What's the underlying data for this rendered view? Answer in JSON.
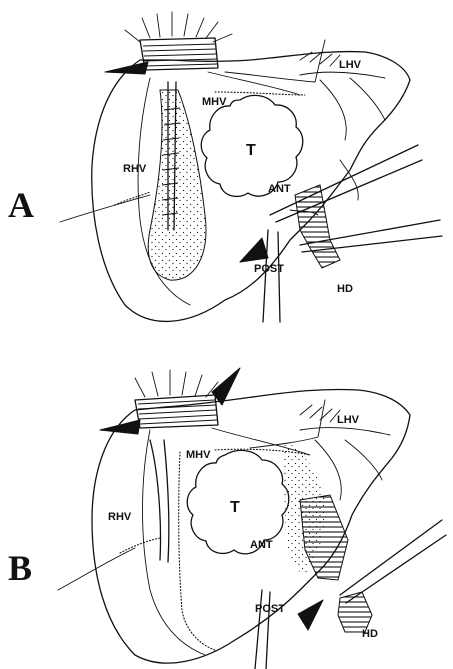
{
  "panels": [
    {
      "letter": "A",
      "labels": {
        "lhv": "LHV",
        "mhv": "MHV",
        "rhv": "RHV",
        "tumor": "T",
        "ant": "ANT",
        "post": "POST",
        "hd": "HD"
      }
    },
    {
      "letter": "B",
      "labels": {
        "lhv": "LHV",
        "mhv": "MHV",
        "rhv": "RHV",
        "tumor": "T",
        "ant": "ANT",
        "post": "POST",
        "hd": "HD"
      }
    }
  ]
}
